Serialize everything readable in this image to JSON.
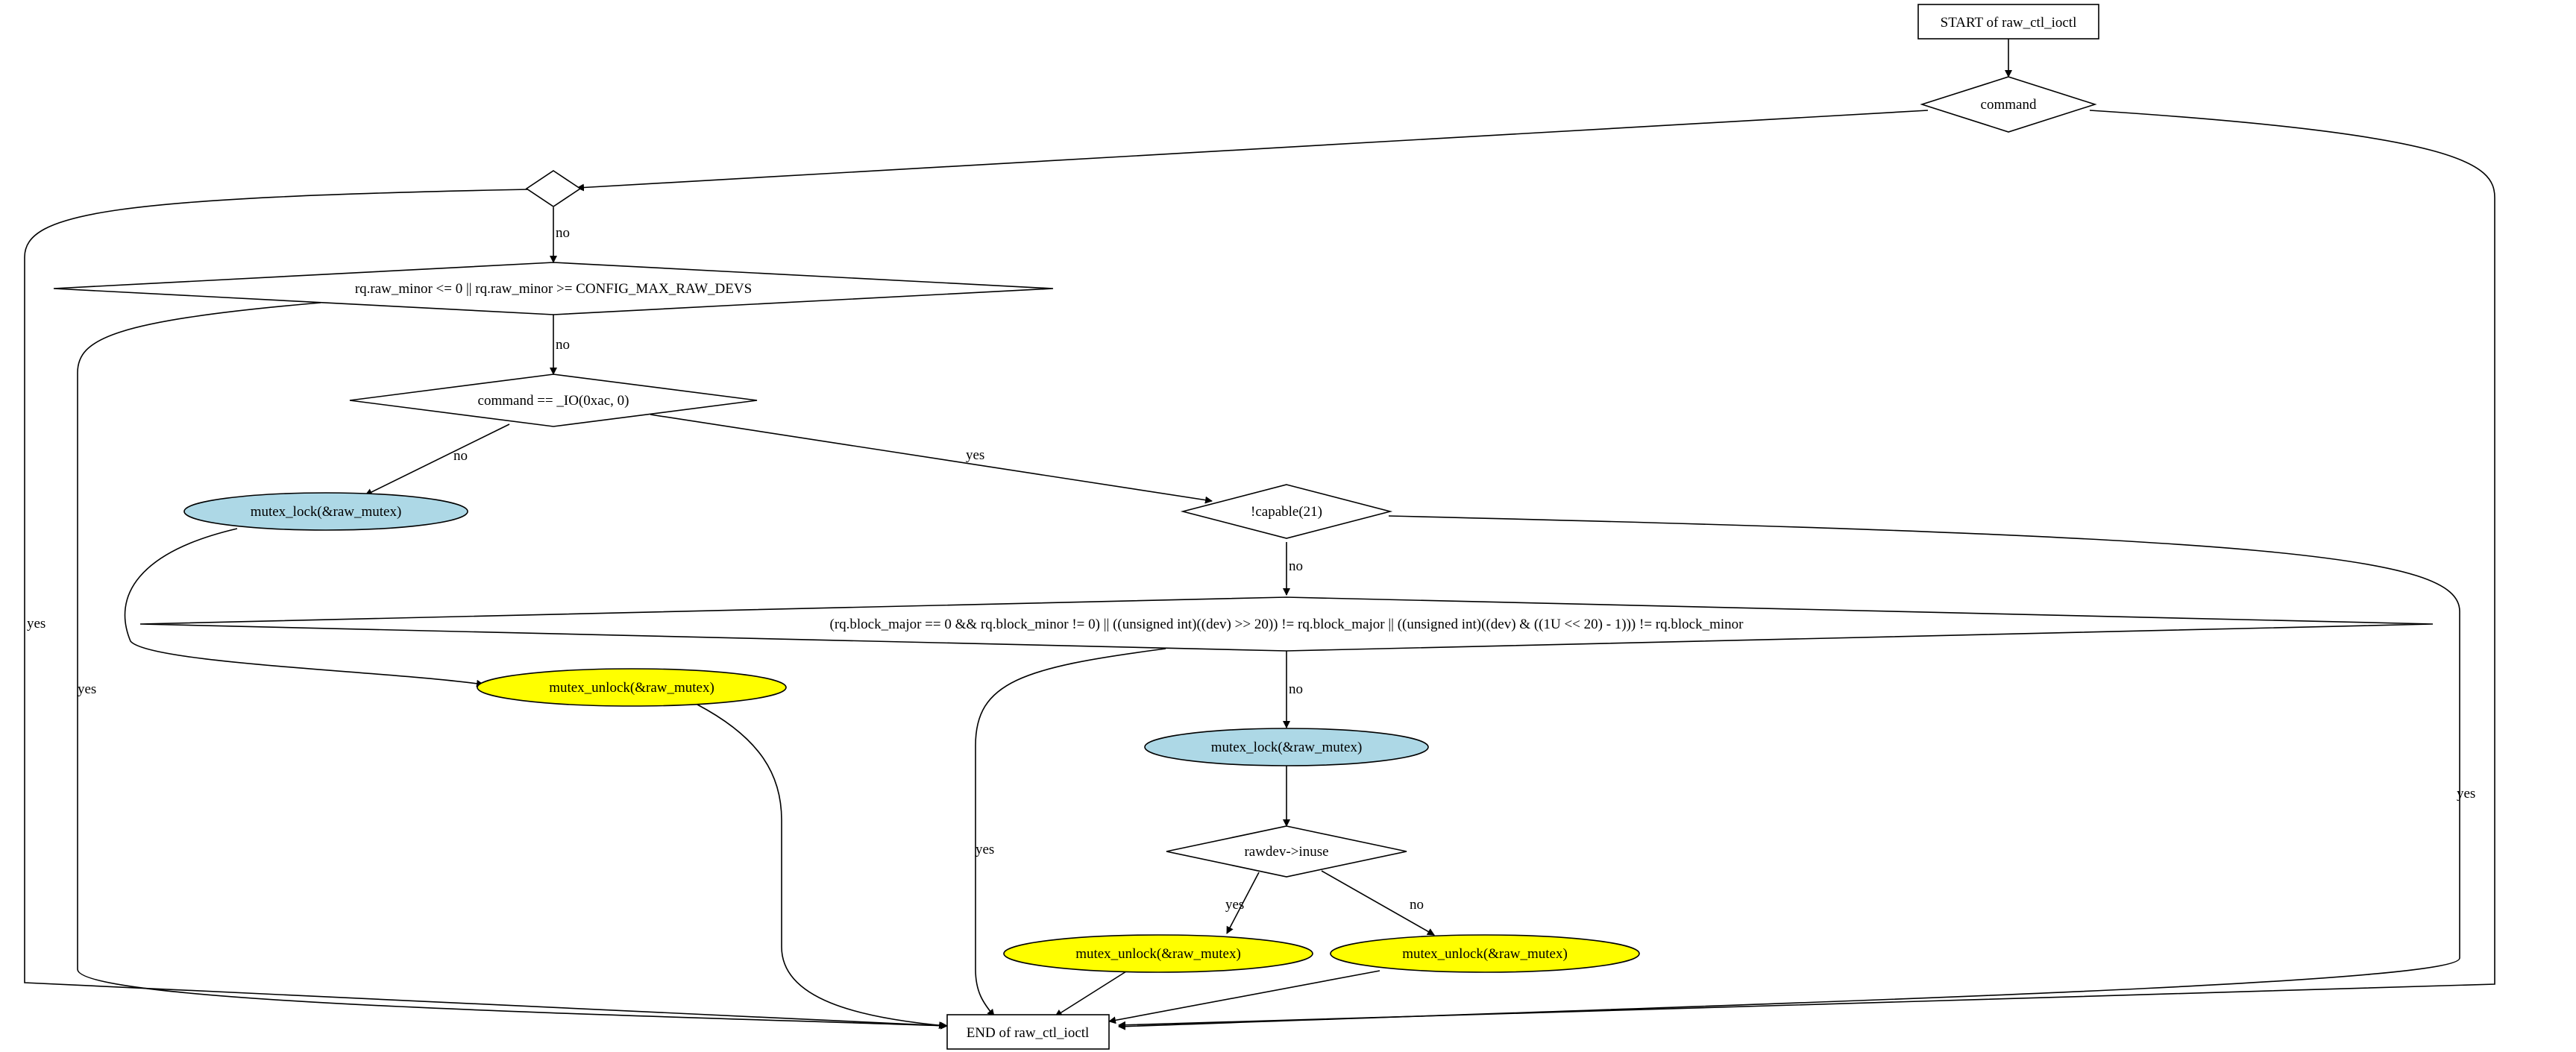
{
  "colors": {
    "mutex_lock_fill": "#add8e6",
    "mutex_unlock_fill": "#ffff00",
    "default_fill": "#ffffff",
    "stroke": "#000000"
  },
  "nodes": {
    "start": "START of raw_ctl_ioctl",
    "command_switch": "command",
    "empty_decision": "",
    "minor_check": "rq.raw_minor <= 0 || rq.raw_minor >= CONFIG_MAX_RAW_DEVS",
    "command_check": "command == _IO(0xac, 0)",
    "mutex_lock_left": "mutex_lock(&raw_mutex)",
    "capable_check": "!capable(21)",
    "block_check": "(rq.block_major == 0 && rq.block_minor != 0) || ((unsigned int)((dev) >> 20)) != rq.block_major || ((unsigned int)((dev) & ((1U << 20) - 1))) != rq.block_minor",
    "mutex_unlock_left": "mutex_unlock(&raw_mutex)",
    "mutex_lock_right": "mutex_lock(&raw_mutex)",
    "inuse_check": "rawdev->inuse",
    "mutex_unlock_yes": "mutex_unlock(&raw_mutex)",
    "mutex_unlock_no": "mutex_unlock(&raw_mutex)",
    "end": "END of raw_ctl_ioctl"
  },
  "edge_labels": {
    "empty_no": "no",
    "empty_yes": "yes",
    "minor_no": "no",
    "minor_yes": "yes",
    "command_no": "no",
    "command_yes": "yes",
    "capable_no": "no",
    "capable_yes": "yes",
    "block_no": "no",
    "block_yes": "yes",
    "inuse_yes": "yes",
    "inuse_no": "no"
  }
}
